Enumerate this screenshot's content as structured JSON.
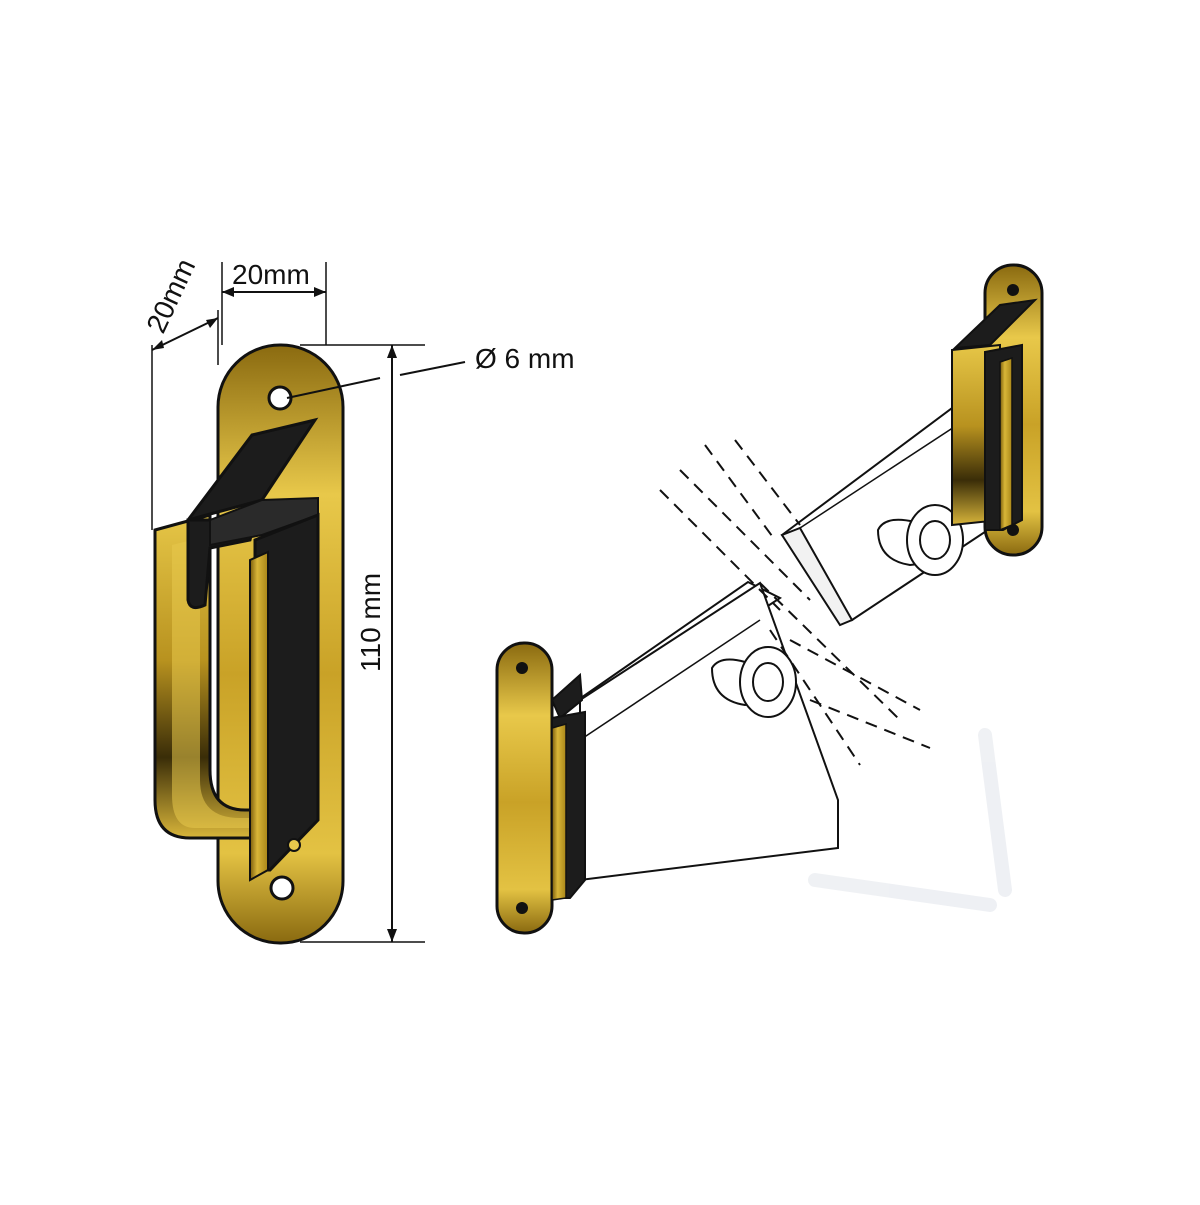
{
  "colors": {
    "background": "#ffffff",
    "brass_light": "#e8c84a",
    "brass_mid": "#c9a227",
    "brass_dark": "#6b5410",
    "rubber": "#1c1c1c",
    "line": "#111111",
    "wood_face": "#ffffff"
  },
  "dimensions": {
    "depth_label": "20mm",
    "width_label": "20mm",
    "hole_label": "Ø 6 mm",
    "height_label": "110 mm"
  },
  "icons": {
    "bracket_front": "brass-bracket-icon",
    "bracket_installed": "installed-bracket-icon",
    "wooden_rail": "wooden-rail-icon",
    "pivot_pin": "pivot-pin-icon"
  }
}
